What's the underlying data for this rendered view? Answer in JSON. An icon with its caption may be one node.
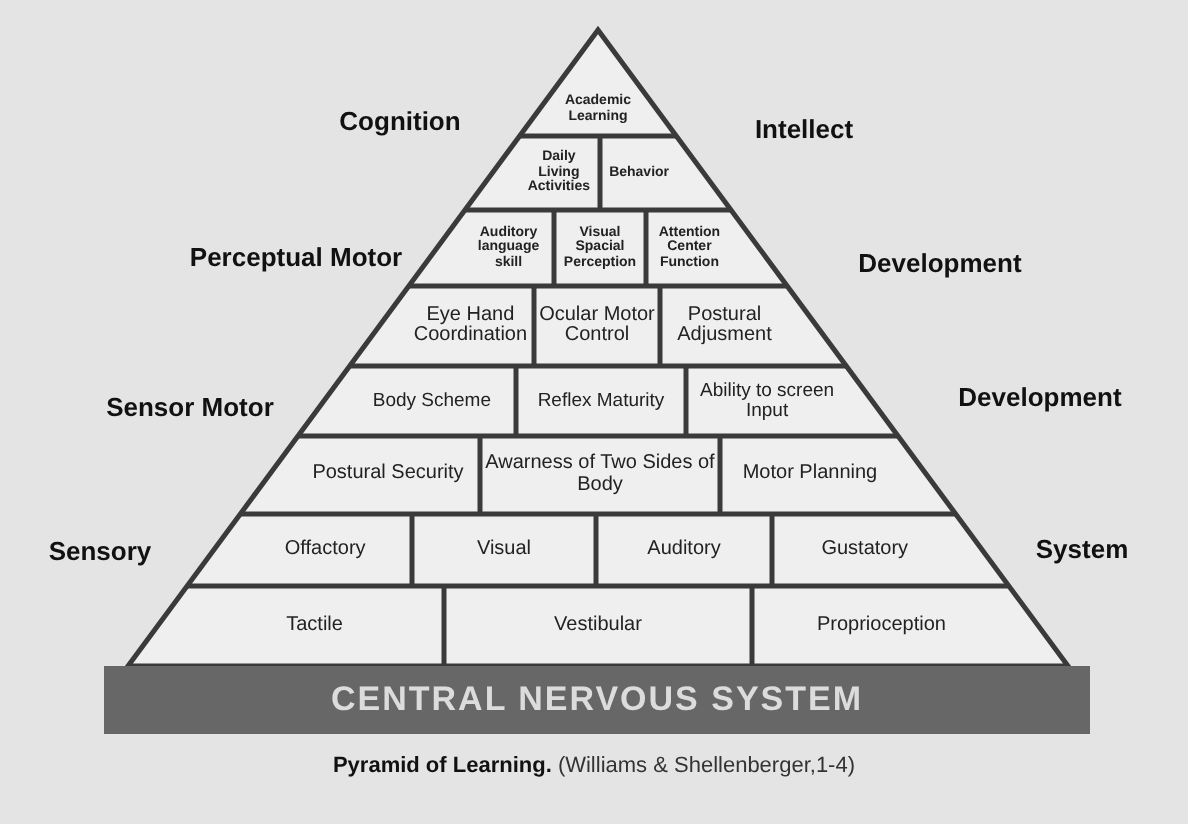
{
  "diagram": {
    "caption": "**Pyramid of Learning.** (Williams & Shellenberger,1-4)",
    "nodes": [
      {
        "text": [
          "Academic Learning"
        ]
      },
      {
        "text": [
          "Daily Living Activities"
        ]
      },
      {
        "text": [
          "Behavior"
        ]
      },
      {
        "text": [
          "Auditory language skill"
        ]
      },
      {
        "text": [
          "Visual Spacial Perception"
        ]
      },
      {
        "text": [
          "Attention Center Function"
        ]
      },
      {
        "text": [
          "Eye Hand Coordination"
        ]
      },
      {
        "text": [
          "Ocular Motor Control"
        ]
      },
      {
        "text": [
          "Postural Adjusment"
        ]
      },
      {
        "text": [
          "Body Scheme"
        ]
      },
      {
        "text": [
          "Reflex Maturity"
        ]
      },
      {
        "text": [
          "Ability to screen Input"
        ]
      },
      {
        "text": [
          "Postural Security"
        ]
      },
      {
        "text": [
          "Awarness of Two Sides of Body"
        ]
      },
      {
        "text": [
          "Motor Planning"
        ]
      },
      {
        "text": [
          "Offactory"
        ]
      },
      {
        "text": [
          "Visual"
        ]
      },
      {
        "text": [
          "Auditory"
        ]
      },
      {
        "text": [
          "Gustatory"
        ]
      },
      {
        "text": [
          "Tactile"
        ]
      },
      {
        "text": [
          "Vestibular"
        ]
      },
      {
        "text": [
          "Proprioception"
        ]
      },
      {
        "text": [
          "CENTRAL NERVOUS SYSTEM"
        ]
      }
    ],
    "edges": [],
    "labels": [
      "Cognition",
      "Intellect",
      "Perceptual Motor",
      "Development",
      "Sensor Motor",
      "Development",
      "Sensory",
      "System"
    ]
  }
}
